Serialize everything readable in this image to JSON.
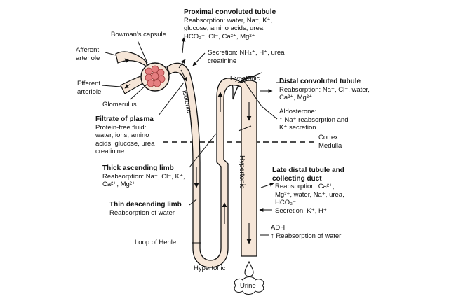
{
  "proximal": {
    "title": "Proximal convoluted tubule",
    "lines": [
      "Reabsorption: water, Na⁺, K⁺,",
      "glucose, amino acids, urea,",
      "HCO₃⁻, Cl⁻, Ca²⁺, Mg²⁺"
    ]
  },
  "secretion": {
    "lines": [
      "Secretion: NH₄⁺, H⁺, urea",
      "creatinine"
    ]
  },
  "bowman": "Bowman's capsule",
  "afferent": [
    "Afferent",
    "arteriole"
  ],
  "efferent": [
    "Efferent",
    "arteriole"
  ],
  "glomerulus": "Glomerulus",
  "filtrate": {
    "title": "Filtrate of plasma",
    "lines": [
      "Protein-free fluid:",
      "water, ions, amino",
      "acids, glucose, urea",
      "creatinine"
    ]
  },
  "distal": {
    "title": "Distal convoluted tubule",
    "lines": [
      "Reabsorption: Na⁺, Cl⁻, water,",
      "Ca²⁺, Mg²⁺"
    ]
  },
  "aldosterone": {
    "lines": [
      "Aldosterone:",
      "↑ Na⁺ reabsorption and",
      "K⁺ secretion"
    ]
  },
  "cortex": "Cortex",
  "medulla": "Medulla",
  "thick": {
    "title": "Thick ascending limb",
    "lines": [
      "Reabsorption: Na⁺, Cl⁻, K⁺,",
      "Ca²⁺, Mg²⁺"
    ]
  },
  "thin": {
    "title": "Thin descending limb",
    "lines": [
      "Reabsorption of water"
    ]
  },
  "loop": "Loop of Henle",
  "late_distal": {
    "title": [
      "Late distal tubule and",
      "collecting duct"
    ],
    "lines": [
      "Reabsorption: Ca²⁺,",
      "Mg²⁺, water, Na⁺, urea,",
      "HCO₃⁻",
      "Secretion: K⁺, H⁺"
    ]
  },
  "adh": {
    "lines": [
      "ADH",
      "↑ Reabsorption of water"
    ]
  },
  "tonicity": {
    "isotonic": "Isotonic",
    "hypotonic": "Hypotonic",
    "hypertonic_loop": "Hypertonic",
    "hypertonic_duct": "Hypertonic"
  },
  "urine": "Urine",
  "colors": {
    "tubule_fill": "#f6e6d8",
    "glomerulus": "#e57f80",
    "glomerulus_stroke": "#9a3737"
  }
}
